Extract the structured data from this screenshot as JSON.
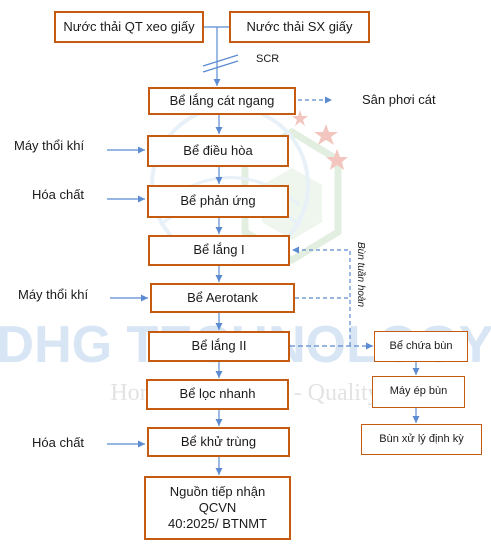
{
  "diagram": {
    "inputs": {
      "paper_coating_wastewater": "Nước thải QT xeo giấy",
      "paper_production_wastewater": "Nước thải SX giấy",
      "screen": "SCR"
    },
    "units": {
      "grit_chamber": "Bể lắng cát ngang",
      "equalization_tank": "Bể điều hòa",
      "reaction_tank": "Bể phản ứng",
      "settling_tank_1": "Bể lắng I",
      "aerotank": "Bể Aerotank",
      "settling_tank_2": "Bể lắng II",
      "rapid_filter": "Bể lọc nhanh",
      "disinfection_tank": "Bể khử trùng",
      "receiving_source": {
        "line1": "Nguồn tiếp nhận",
        "line2": "QCVN",
        "line3": "40:2025/ BTNMT"
      }
    },
    "side_inputs": {
      "blower_1": "Máy thổi khí",
      "chemicals_1": "Hóa chất",
      "blower_2": "Máy thổi khí",
      "chemicals_2": "Hóa chất"
    },
    "sludge": {
      "sand_drying_yard": "Sân phơi cát",
      "sludge_tank": "Bể chứa bùn",
      "sludge_press": "Máy ép bùn",
      "periodic_treatment": "Bùn xử lý định kỳ",
      "recirculated_sludge": "Bùn tuần hoàn"
    },
    "watermark": {
      "brand": "DHG TECHNOLOGY",
      "tagline": "Honesty - Prestige - Quality"
    }
  },
  "colors": {
    "box_border": "#c55a11",
    "arrow": "#5b8bd0",
    "watermark_text": "#d7e5f4",
    "watermark_star": "#f2c6bf"
  }
}
